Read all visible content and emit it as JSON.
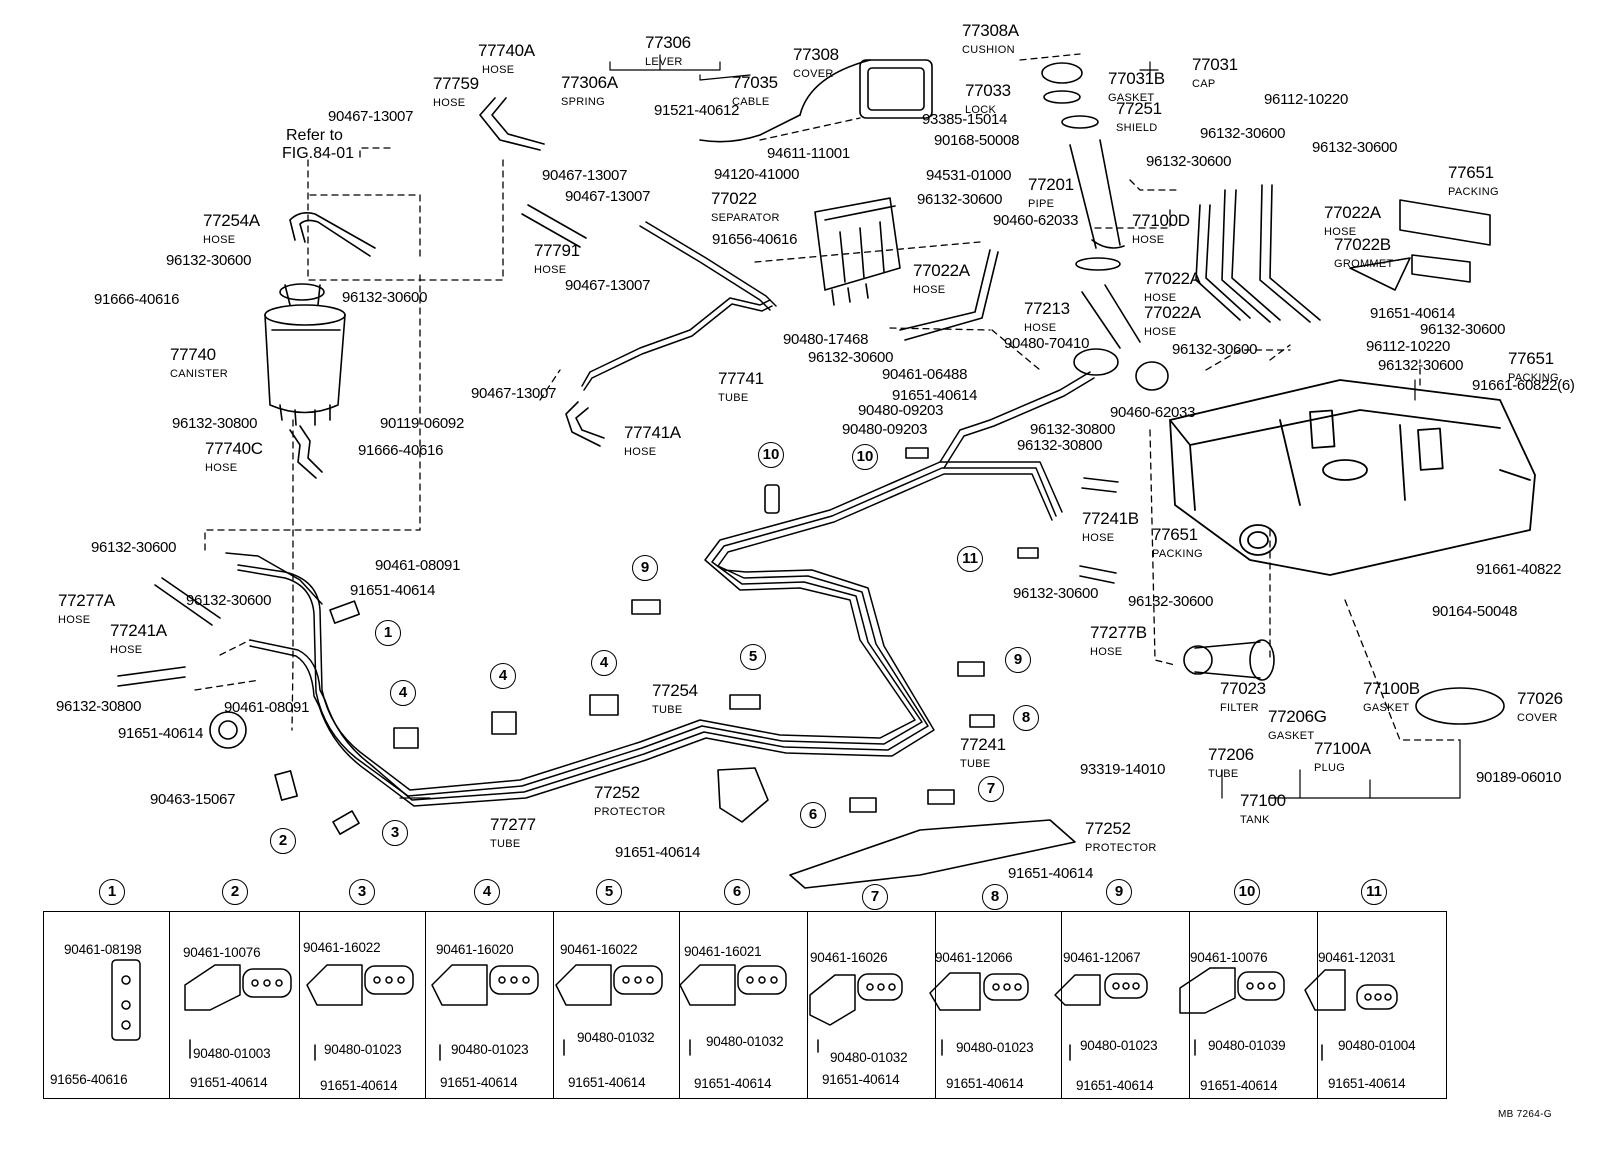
{
  "parts": [
    {
      "id": "p1",
      "num": "77740A",
      "desc": "HOSE"
    },
    {
      "id": "p2",
      "num": "77306",
      "desc": "LEVER"
    },
    {
      "id": "p3",
      "num": "77308A",
      "desc": "CUSHION"
    },
    {
      "id": "p4",
      "num": "77308",
      "desc": "COVER"
    },
    {
      "id": "p5",
      "num": "77031",
      "desc": "CAP"
    },
    {
      "id": "p6",
      "num": "77759",
      "desc": "HOSE"
    },
    {
      "id": "p7",
      "num": "77306A",
      "desc": "SPRING"
    },
    {
      "id": "p8",
      "num": "77035",
      "desc": "CABLE"
    },
    {
      "id": "p9",
      "num": "77031B",
      "desc": "GASKET"
    },
    {
      "id": "p10",
      "num": "77033",
      "desc": "LOCK"
    },
    {
      "id": "p11",
      "num": "77251",
      "desc": "SHIELD"
    },
    {
      "id": "p12",
      "num": "77201",
      "desc": "PIPE"
    },
    {
      "id": "p13",
      "num": "77022",
      "desc": "SEPARATOR"
    },
    {
      "id": "p14",
      "num": "77651",
      "desc": "PACKING"
    },
    {
      "id": "p15",
      "num": "77254A",
      "desc": "HOSE"
    },
    {
      "id": "p16",
      "num": "77791",
      "desc": "HOSE"
    },
    {
      "id": "p17",
      "num": "77100D",
      "desc": "HOSE"
    },
    {
      "id": "p18",
      "num": "77022A",
      "desc": "HOSE"
    },
    {
      "id": "p19",
      "num": "77022B",
      "desc": "GROMMET"
    },
    {
      "id": "p20",
      "num": "77022A",
      "desc": "HOSE"
    },
    {
      "id": "p21",
      "num": "77022A",
      "desc": "HOSE"
    },
    {
      "id": "p22",
      "num": "77022A",
      "desc": "HOSE"
    },
    {
      "id": "p23",
      "num": "77213",
      "desc": "HOSE"
    },
    {
      "id": "p24",
      "num": "77740",
      "desc": "CANISTER"
    },
    {
      "id": "p25",
      "num": "77741",
      "desc": "TUBE"
    },
    {
      "id": "p26",
      "num": "77651",
      "desc": "PACKING"
    },
    {
      "id": "p27",
      "num": "77741A",
      "desc": "HOSE"
    },
    {
      "id": "p28",
      "num": "77740C",
      "desc": "HOSE"
    },
    {
      "id": "p29",
      "num": "77241B",
      "desc": "HOSE"
    },
    {
      "id": "p30",
      "num": "77651",
      "desc": "PACKING"
    },
    {
      "id": "p31",
      "num": "77277A",
      "desc": "HOSE"
    },
    {
      "id": "p32",
      "num": "77241A",
      "desc": "HOSE"
    },
    {
      "id": "p33",
      "num": "77277B",
      "desc": "HOSE"
    },
    {
      "id": "p34",
      "num": "77023",
      "desc": "FILTER"
    },
    {
      "id": "p35",
      "num": "77100B",
      "desc": "GASKET"
    },
    {
      "id": "p36",
      "num": "77026",
      "desc": "COVER"
    },
    {
      "id": "p37",
      "num": "77254",
      "desc": "TUBE"
    },
    {
      "id": "p38",
      "num": "77206G",
      "desc": "GASKET"
    },
    {
      "id": "p39",
      "num": "77241",
      "desc": "TUBE"
    },
    {
      "id": "p40",
      "num": "77206",
      "desc": "TUBE"
    },
    {
      "id": "p41",
      "num": "77100A",
      "desc": "PLUG"
    },
    {
      "id": "p42",
      "num": "77252",
      "desc": "PROTECTOR"
    },
    {
      "id": "p43",
      "num": "77100",
      "desc": "TANK"
    },
    {
      "id": "p44",
      "num": "77277",
      "desc": "TUBE"
    },
    {
      "id": "p45",
      "num": "77252",
      "desc": "PROTECTOR"
    }
  ],
  "codes": [
    "90467-13007",
    "Refer to",
    "FIG.84-01",
    "91521-40612",
    "93385-15014",
    "90168-50008",
    "96112-10220",
    "94611-11001",
    "94531-01000",
    "96132-30600",
    "94120-41000",
    "90467-13007",
    "90467-13007",
    "96132-30600",
    "96132-30600",
    "96132-30600",
    "90460-62033",
    "91656-40616",
    "96132-30600",
    "90467-13007",
    "91666-40616",
    "96132-30600",
    "91651-40614",
    "96132-30600",
    "90480-17468",
    "96112-10220",
    "96132-30600",
    "96132-30600",
    "96132-30600",
    "90480-70410",
    "90461-06488",
    "91661-60822(6)",
    "91651-40614",
    "90460-62033",
    "90467-13007",
    "96132-30800",
    "90119-06092",
    "90480-09203",
    "90480-09203",
    "91666-40616",
    "96132-30800",
    "96132-30800",
    "96132-30600",
    "90461-08091",
    "91651-40614",
    "96132-30600",
    "96132-30600",
    "96132-30600",
    "91661-40822",
    "90164-50048",
    "96132-30800",
    "90461-08091",
    "91651-40614",
    "93319-14010",
    "90189-06010",
    "90463-15067",
    "91651-40614",
    "91651-40614",
    "90467-13007",
    "MB 7264-G"
  ],
  "callouts": [
    "1",
    "2",
    "3",
    "4",
    "4",
    "4",
    "5",
    "6",
    "7",
    "8",
    "9",
    "9",
    "10",
    "10",
    "11"
  ],
  "legend": [
    {
      "n": "1",
      "bracket": "90461-08198",
      "pad": "",
      "bolt": "91656-40616"
    },
    {
      "n": "2",
      "bracket": "90461-10076",
      "pad": "90480-01003",
      "bolt": "91651-40614"
    },
    {
      "n": "3",
      "bracket": "90461-16022",
      "pad": "90480-01023",
      "bolt": "91651-40614"
    },
    {
      "n": "4",
      "bracket": "90461-16020",
      "pad": "90480-01023",
      "bolt": "91651-40614"
    },
    {
      "n": "5",
      "bracket": "90461-16022",
      "pad": "90480-01032",
      "bolt": "91651-40614"
    },
    {
      "n": "6",
      "bracket": "90461-16021",
      "pad": "90480-01032",
      "bolt": "91651-40614"
    },
    {
      "n": "7",
      "bracket": "90461-16026",
      "pad": "90480-01032",
      "bolt": "91651-40614"
    },
    {
      "n": "8",
      "bracket": "90461-12066",
      "pad": "90480-01023",
      "bolt": "91651-40614"
    },
    {
      "n": "9",
      "bracket": "90461-12067",
      "pad": "90480-01023",
      "bolt": "91651-40614"
    },
    {
      "n": "10",
      "bracket": "90461-10076",
      "pad": "90480-01039",
      "bolt": "91651-40614"
    },
    {
      "n": "11",
      "bracket": "90461-12031",
      "pad": "90480-01004",
      "bolt": "91651-40614"
    }
  ]
}
